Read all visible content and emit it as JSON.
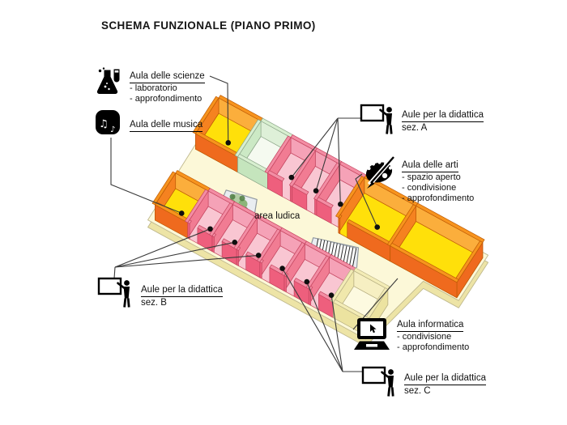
{
  "title": "SCHEMA FUNZIONALE (PIANO PRIMO)",
  "corridor": {
    "area_label": "area ludica"
  },
  "labels": {
    "scienze": {
      "title": "Aula delle scienze",
      "bullet1": "- laboratorio",
      "bullet2": "- approfondimento",
      "icon": "flask-icon"
    },
    "musica": {
      "title": "Aula delle musica",
      "icon": "music-notes-icon"
    },
    "didattica_a": {
      "title": "Aule per la didattica",
      "subtitle": "sez. A",
      "icon": "teacher-board-icon"
    },
    "arti": {
      "title": "Aula delle arti",
      "bullet1": "- spazio aperto",
      "bullet2": "- condivisione",
      "bullet3": "- approfondimento",
      "icon": "palette-icon"
    },
    "didattica_b": {
      "title": "Aule per la didattica",
      "subtitle": "sez. B",
      "icon": "teacher-board-icon"
    },
    "informatica": {
      "title": "Aula informatica",
      "bullet1": "- condivisione",
      "bullet2": "- approfondimento",
      "icon": "computer-icon"
    },
    "didattica_c": {
      "title": "Aule per la didattica",
      "subtitle": "sez. C",
      "icon": "teacher-board-icon"
    }
  },
  "icons": {
    "music_glyphs": [
      "♫",
      "♪"
    ]
  },
  "rooms": [
    {
      "id": "scienze",
      "palette": "orange",
      "dot": true
    },
    {
      "id": "verde",
      "palette": "green",
      "dot": false
    },
    {
      "id": "aula-a1",
      "palette": "pink",
      "dot": true
    },
    {
      "id": "aula-a2",
      "palette": "pink",
      "dot": true
    },
    {
      "id": "aula-a3",
      "palette": "pink",
      "dot": true
    },
    {
      "id": "arti",
      "palette": "orange",
      "dot": true
    },
    {
      "id": "estensione",
      "palette": "orange",
      "dot": false
    },
    {
      "id": "musica",
      "palette": "orange",
      "dot": true
    },
    {
      "id": "aula-b1",
      "palette": "pink",
      "dot": true
    },
    {
      "id": "aula-b2",
      "palette": "pink",
      "dot": true
    },
    {
      "id": "aula-b3",
      "palette": "pink",
      "dot": true
    },
    {
      "id": "aula-c1",
      "palette": "pink",
      "dot": true
    },
    {
      "id": "aula-c2",
      "palette": "pink",
      "dot": true
    },
    {
      "id": "aula-c3",
      "palette": "pink",
      "dot": true
    },
    {
      "id": "informatica",
      "palette": "cream",
      "dot": false
    }
  ],
  "colors": {
    "palettes": {
      "orange": {
        "floor": "#FFE00A",
        "back": "#FBAE3C",
        "side": "#F58220",
        "front": "#EF6A1E",
        "top": "#F7941E",
        "stroke": "#BE5A05"
      },
      "pink": {
        "floor": "#F9C6D2",
        "back": "#F5A2B7",
        "side": "#F17C93",
        "front": "#EE5F7D",
        "top": "#F38DA4",
        "stroke": "#C4455F"
      },
      "green": {
        "floor": "#F5FAF0",
        "back": "#DEF0D8",
        "side": "#CCE9C5",
        "front": "#C5E5BD",
        "top": "#D8EFD0",
        "stroke": "#8BA588"
      },
      "cream": {
        "floor": "#FDFAE0",
        "back": "#F6EFC2",
        "side": "#F0E8AC",
        "front": "#ECE3A0",
        "top": "#F3ECB6",
        "stroke": "#B7AF82"
      }
    },
    "slab": {
      "top": "#FCF8D8",
      "rim": "#EDE4A6",
      "stroke": "#C0B98E"
    },
    "pad": {
      "fill": "#E9EDF1",
      "stroke": "#9199A1"
    },
    "stairs_hatch": "#2A2A2A",
    "plant": [
      "#A9C796",
      "#7BAA64",
      "#4E7B41"
    ],
    "leader_line": "#3A3A3A",
    "dot": "#0F0F0F",
    "icon": "#000000"
  }
}
